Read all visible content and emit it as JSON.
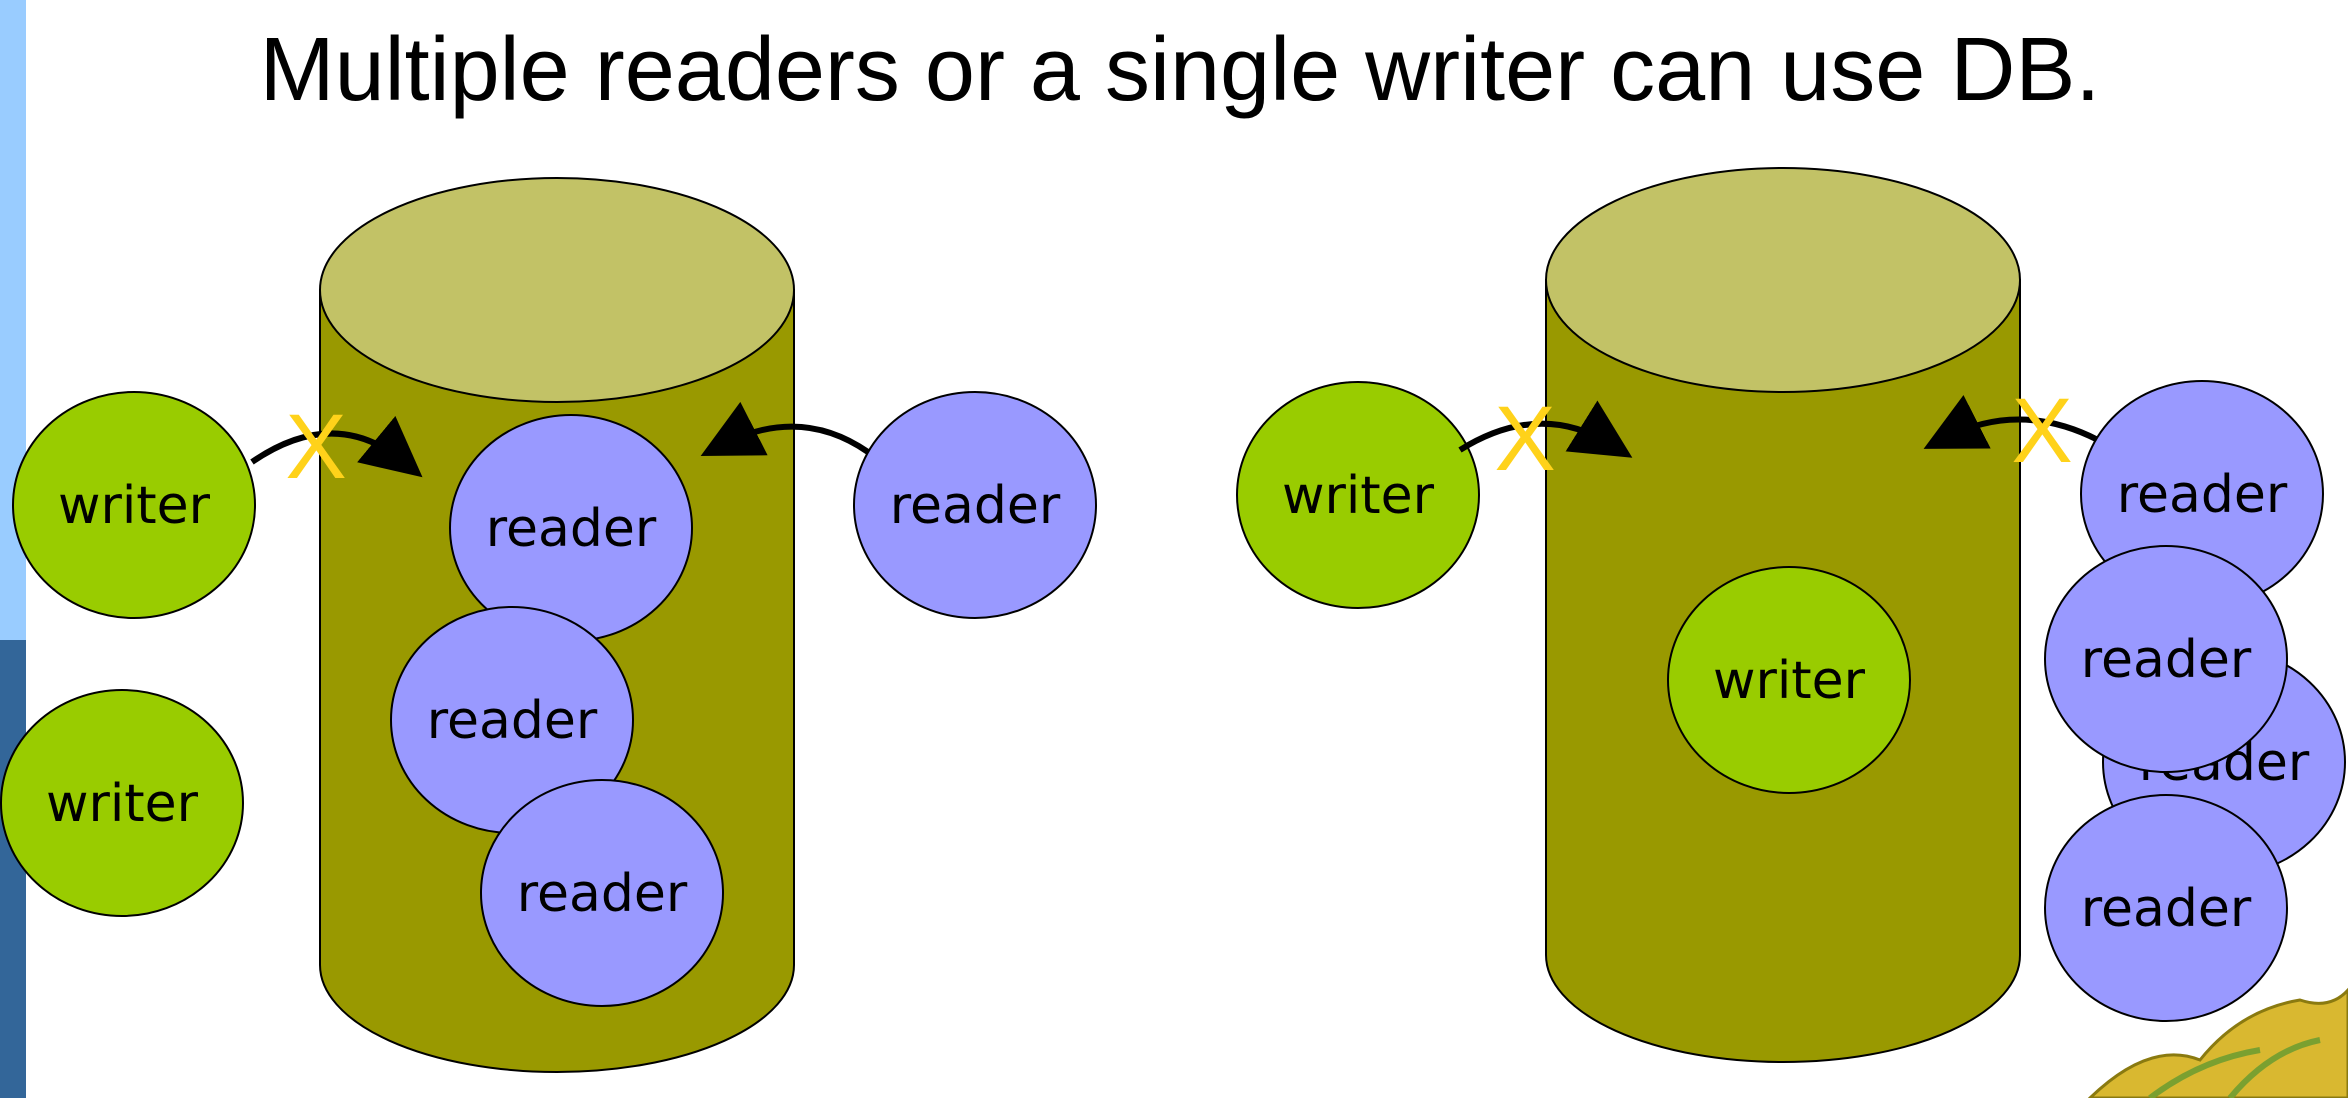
{
  "title": "Multiple readers or a single writer can use DB.",
  "colors": {
    "sidebar_light": "#99ccff",
    "sidebar_dark": "#336699",
    "db_body": "#999900",
    "db_top": "#c2c266",
    "writer_fill": "#99cc00",
    "reader_fill": "#9999ff",
    "block_mark": "#ffd21a",
    "arrow": "#000000"
  },
  "labels": {
    "writer": "writer",
    "reader": "reader",
    "blocked": "X"
  },
  "scenarios": [
    {
      "id": "many-readers",
      "inside": [
        "reader",
        "reader",
        "reader"
      ],
      "outside": [
        "writer",
        "writer",
        "reader"
      ],
      "blocked": [
        "writer"
      ]
    },
    {
      "id": "single-writer",
      "inside": [
        "writer"
      ],
      "outside": [
        "writer",
        "reader",
        "reader",
        "reader",
        "reader"
      ],
      "blocked": [
        "writer",
        "reader"
      ]
    }
  ]
}
